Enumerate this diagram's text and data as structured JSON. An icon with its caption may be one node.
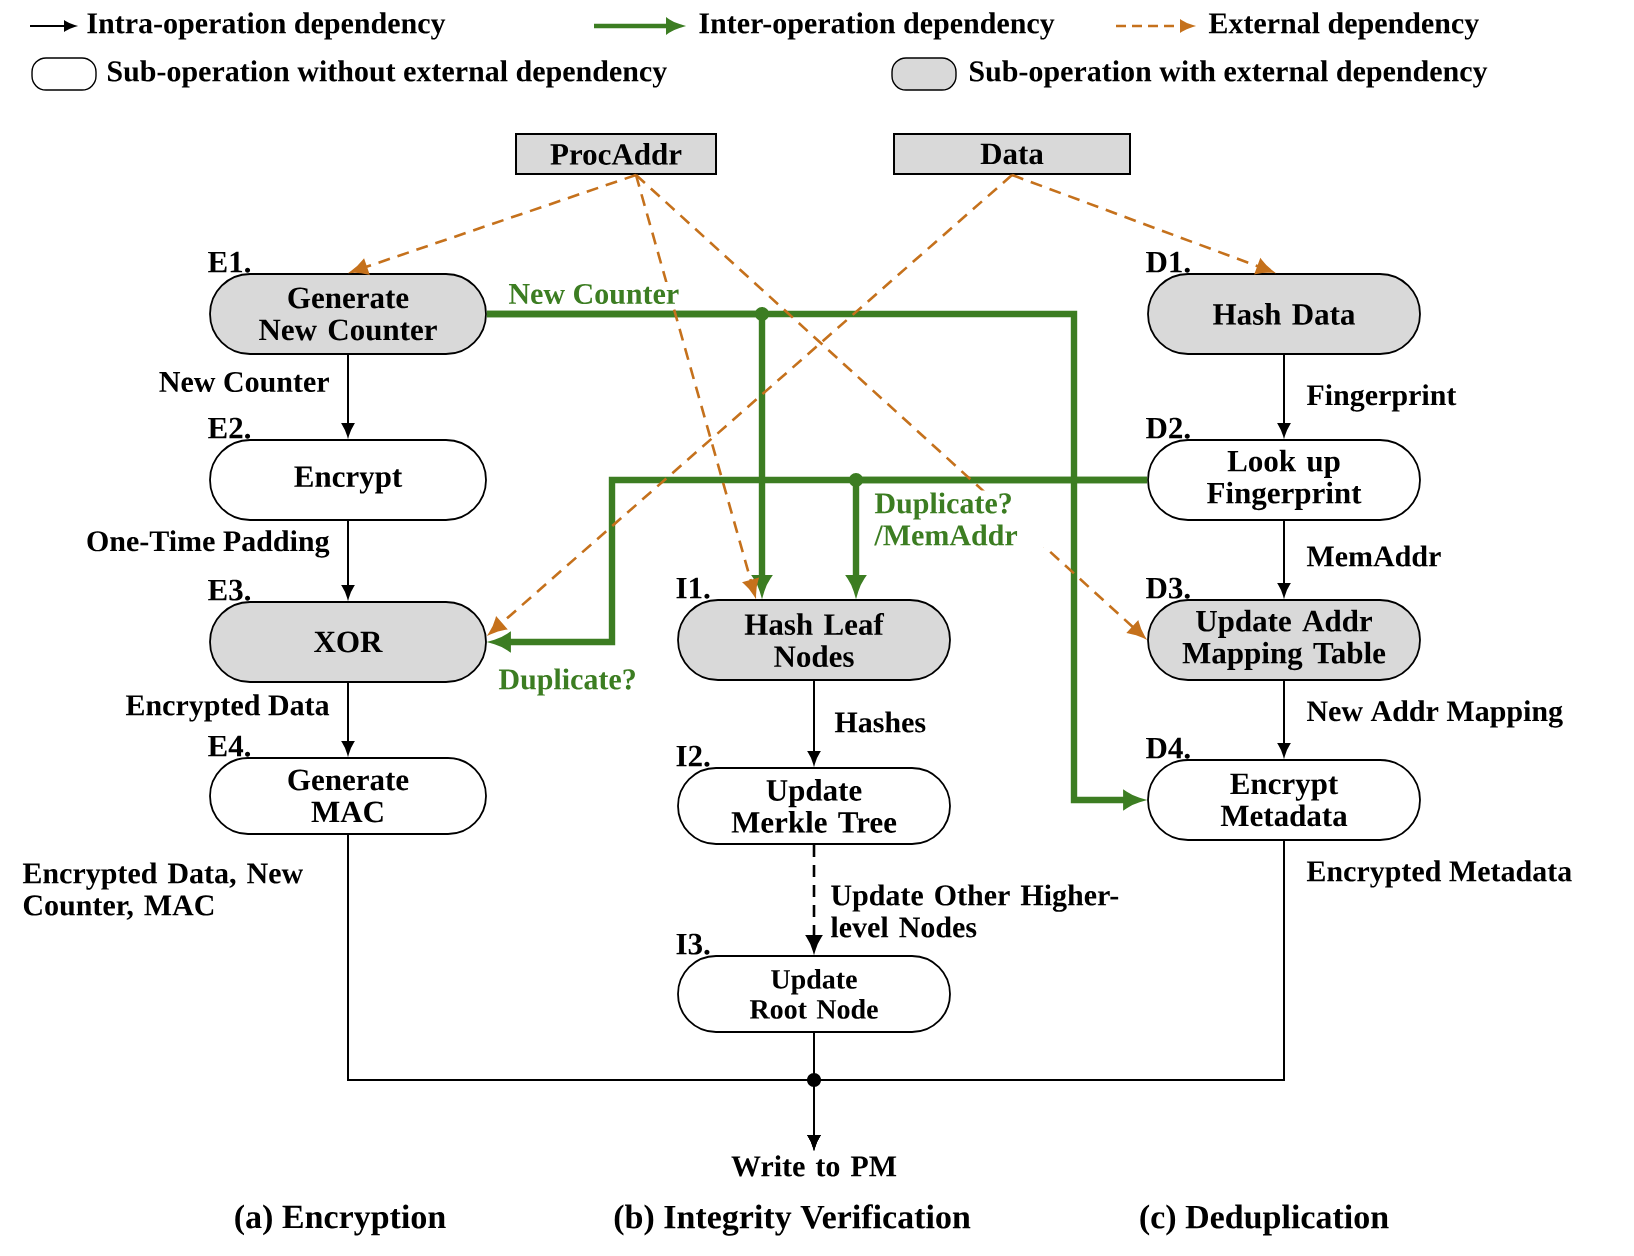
{
  "diagram": {
    "nodes": [
      {
        "text": [
          "ProcAddr"
        ]
      },
      {
        "text": [
          "Data"
        ]
      },
      {
        "text": [
          "Generate New Counter"
        ],
        "beside": [
          "E1."
        ]
      },
      {
        "text": [
          "Encrypt"
        ],
        "beside": [
          "E2."
        ]
      },
      {
        "text": [
          "XOR"
        ],
        "beside": [
          "E3."
        ]
      },
      {
        "text": [
          "Generate MAC"
        ],
        "beside": [
          "E4."
        ]
      },
      {
        "text": [
          "Hash Leaf Nodes"
        ],
        "beside": [
          "I1."
        ]
      },
      {
        "text": [
          "Update Merkle Tree"
        ],
        "beside": [
          "I2."
        ]
      },
      {
        "text": [
          "Update Root Node"
        ],
        "beside": [
          "I3."
        ]
      },
      {
        "text": [
          "Hash Data"
        ],
        "beside": [
          "D1."
        ]
      },
      {
        "text": [
          "Look up Fingerprint"
        ],
        "beside": [
          "D2."
        ]
      },
      {
        "text": [
          "Update Addr Mapping Table"
        ],
        "beside": [
          "D3."
        ]
      },
      {
        "text": [
          "Encrypt Metadata"
        ],
        "beside": [
          "D4."
        ]
      },
      {
        "text": [
          "Write to PM"
        ]
      }
    ],
    "edges": [
      {
        "from": 2,
        "to": 3,
        "arrow": "to",
        "label": "New Counter"
      },
      {
        "from": 3,
        "to": 4,
        "arrow": "to",
        "label": "One-Time Padding"
      },
      {
        "from": 4,
        "to": 5,
        "arrow": "to",
        "label": "Encrypted Data"
      },
      {
        "from": 5,
        "to": 13,
        "arrow": "to",
        "label": "Encrypted Data, New Counter, MAC"
      },
      {
        "from": 6,
        "to": 7,
        "arrow": "to",
        "label": "Hashes"
      },
      {
        "from": 7,
        "to": 8,
        "arrow": "to",
        "label": "Update Other Higher-level Nodes",
        "style": "dashed"
      },
      {
        "from": 8,
        "to": 13,
        "arrow": "to"
      },
      {
        "from": 9,
        "to": 10,
        "arrow": "to",
        "label": "Fingerprint"
      },
      {
        "from": 10,
        "to": 11,
        "arrow": "to",
        "label": "MemAddr"
      },
      {
        "from": 11,
        "to": 12,
        "arrow": "to",
        "label": "New Addr Mapping"
      },
      {
        "from": 12,
        "to": 13,
        "arrow": "to",
        "label": "Encrypted Metadata"
      },
      {
        "from": 2,
        "to": 6,
        "arrow": "to",
        "label": "New Counter",
        "style": "thick",
        "color": "#3c7d22"
      },
      {
        "from": 2,
        "to": 12,
        "arrow": "to",
        "style": "thick",
        "color": "#3c7d22"
      },
      {
        "from": 10,
        "to": 4,
        "arrow": "to",
        "label": "Duplicate?",
        "style": "thick",
        "color": "#3c7d22"
      },
      {
        "from": 10,
        "to": 6,
        "arrow": "to",
        "label": "Duplicate? /MemAddr",
        "style": "thick",
        "color": "#3c7d22"
      },
      {
        "from": 0,
        "to": 2,
        "arrow": "to",
        "style": "dashed",
        "color": "#c5711c"
      },
      {
        "from": 0,
        "to": 6,
        "arrow": "to",
        "style": "dashed",
        "color": "#c5711c"
      },
      {
        "from": 0,
        "to": 11,
        "arrow": "to",
        "style": "dashed",
        "color": "#c5711c"
      },
      {
        "from": 1,
        "to": 9,
        "arrow": "to",
        "style": "dashed",
        "color": "#c5711c"
      },
      {
        "from": 1,
        "to": 4,
        "arrow": "to",
        "style": "dashed",
        "color": "#c5711c"
      }
    ],
    "labels": [
      "(a) Encryption",
      "(b) Integrity Verification",
      "(c) Deduplication"
    ],
    "legend": [
      {
        "text": "Intra-operation dependency"
      },
      {
        "text": "Inter-operation dependency"
      },
      {
        "text": "External dependency"
      },
      {
        "text": "Sub-operation without external dependency"
      },
      {
        "text": "Sub-operation with external dependency",
        "color": "#d9d9d9"
      }
    ]
  }
}
